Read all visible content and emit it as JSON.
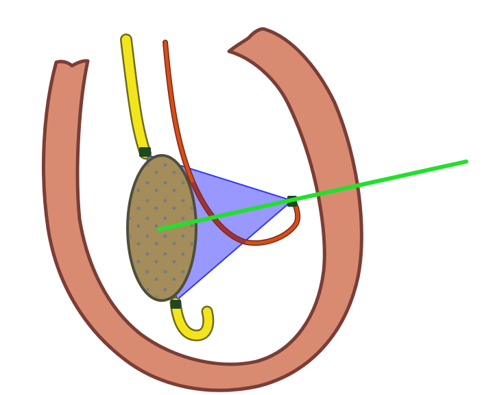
{
  "diagram": {
    "text": [],
    "parts": [
      {
        "name": "u-shaped-wall-structure",
        "color": "#d98b72",
        "outline": "#7a3e36"
      },
      {
        "name": "yellow-tube",
        "color": "#f2e51b",
        "outline": "#6f6a1b"
      },
      {
        "name": "orange-wire",
        "color": "#d44f19",
        "outline": "#7e2513"
      },
      {
        "name": "balloon-body",
        "color": "#a48d5a",
        "outline": "#4f4d3c"
      },
      {
        "name": "blue-cone-projection",
        "color": "#7b7bff",
        "outline": "#2f35ff"
      },
      {
        "name": "green-line",
        "color": "#22e02b"
      },
      {
        "name": "dark-green-connectors",
        "color": "#1f4722"
      }
    ]
  }
}
